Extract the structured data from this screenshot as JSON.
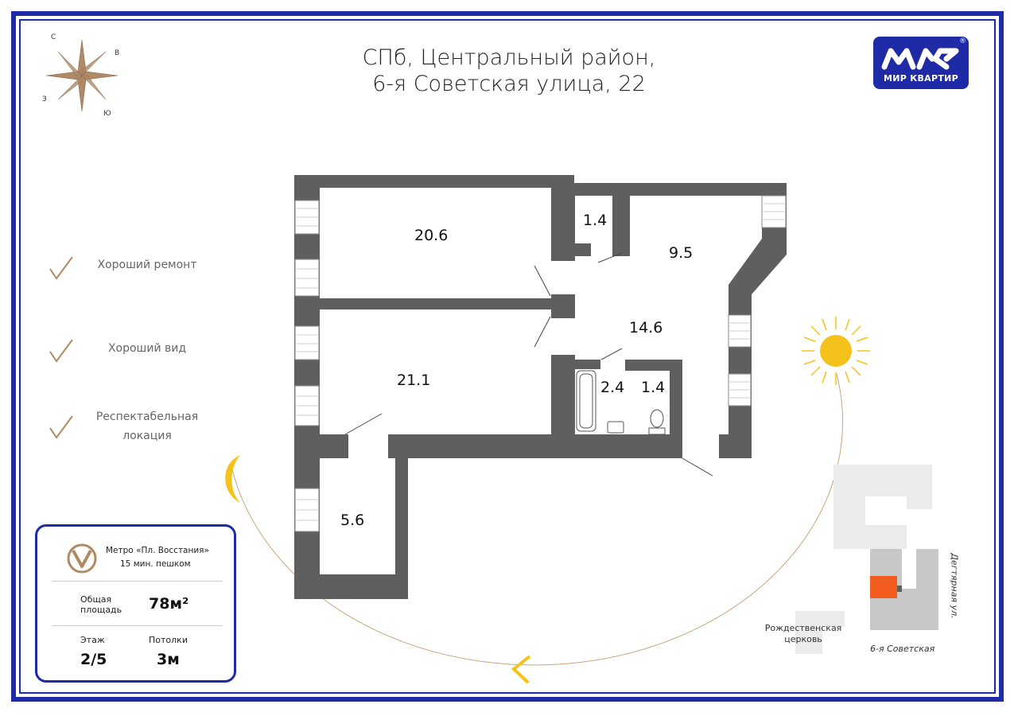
{
  "header": {
    "title_line1": "СПб, Центральный район,",
    "title_line2": "6-я Советская улица, 22"
  },
  "brand": {
    "name": "МИР КВАРТИР",
    "registered": "®",
    "color": "#1f2aa6"
  },
  "compass": {
    "north": "С",
    "east": "В",
    "south": "Ю",
    "west": "З"
  },
  "features": [
    {
      "icon": "check-icon",
      "text": "Хороший ремонт"
    },
    {
      "icon": "check-icon",
      "text": "Хороший вид"
    },
    {
      "icon": "check-icon",
      "text": "Респектабельная локация"
    }
  ],
  "info_card": {
    "metro_line1": "Метро «Пл. Восстания»",
    "metro_line2": "15 мин. пешком",
    "area_label_line1": "Общая",
    "area_label_line2": "площадь",
    "area_value": "78м²",
    "floor_label": "Этаж",
    "floor_value": "2/5",
    "ceiling_label": "Потолки",
    "ceiling_value": "3м"
  },
  "rooms": {
    "room_a": "20.6",
    "room_b": "1.4",
    "room_c": "9.5",
    "room_d": "14.6",
    "room_e": "21.1",
    "room_f": "2.4",
    "room_g": "1.4",
    "room_h": "5.6"
  },
  "location": {
    "street_vertical": "Дегтярная ул.",
    "street_bottom": "6-я Советская",
    "church_line1": "Рождественская",
    "church_line2": "церковь",
    "highlight_color": "#f25c1e"
  },
  "colors": {
    "wall": "#5f5f5f",
    "accent": "#1f2aa6",
    "sun": "#f5c21b",
    "bronze": "#b08a67"
  }
}
